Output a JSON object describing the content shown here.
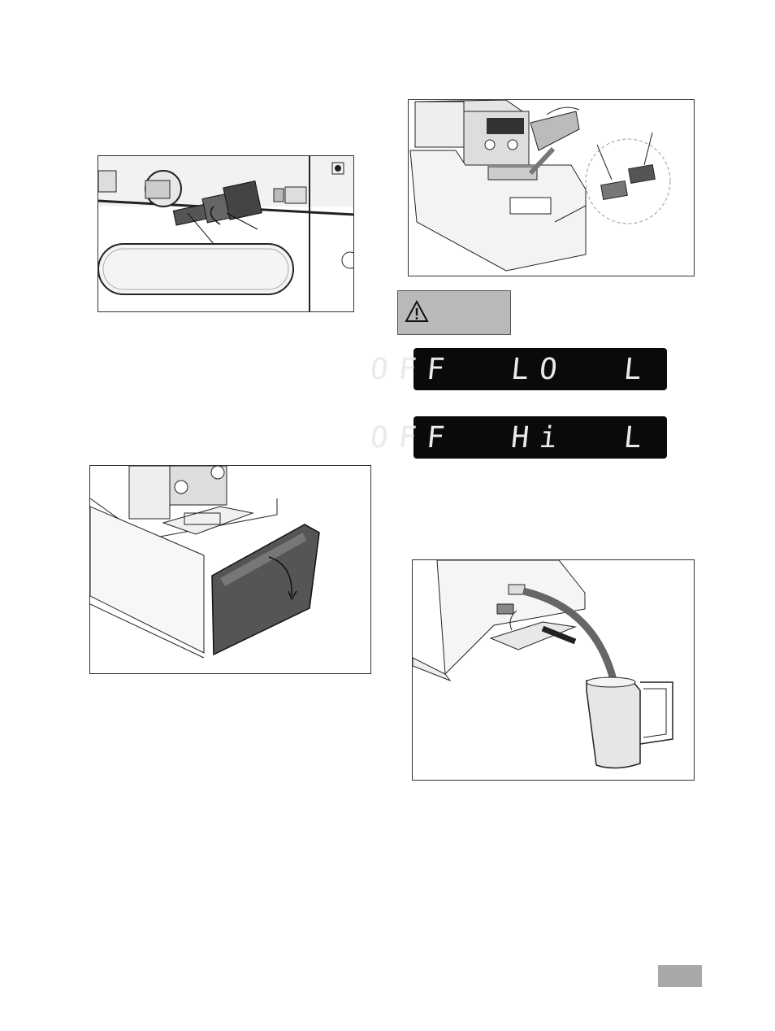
{
  "warning": {
    "icon": "warning-triangle-icon"
  },
  "displays": [
    {
      "text": "OFF  LO  L"
    },
    {
      "text": "OFF  Hi  L"
    }
  ],
  "figures": [
    {
      "id": "connector",
      "icon": "hose-connector-illustration"
    },
    {
      "id": "filling",
      "icon": "filling-bath-illustration"
    },
    {
      "id": "door",
      "icon": "front-door-open-illustration"
    },
    {
      "id": "drain",
      "icon": "drain-into-jug-illustration"
    }
  ],
  "colors": {
    "display_bg": "#0a0a0a",
    "warning_bg": "#b9b9b9",
    "page_tab": "#a8a8a8"
  }
}
